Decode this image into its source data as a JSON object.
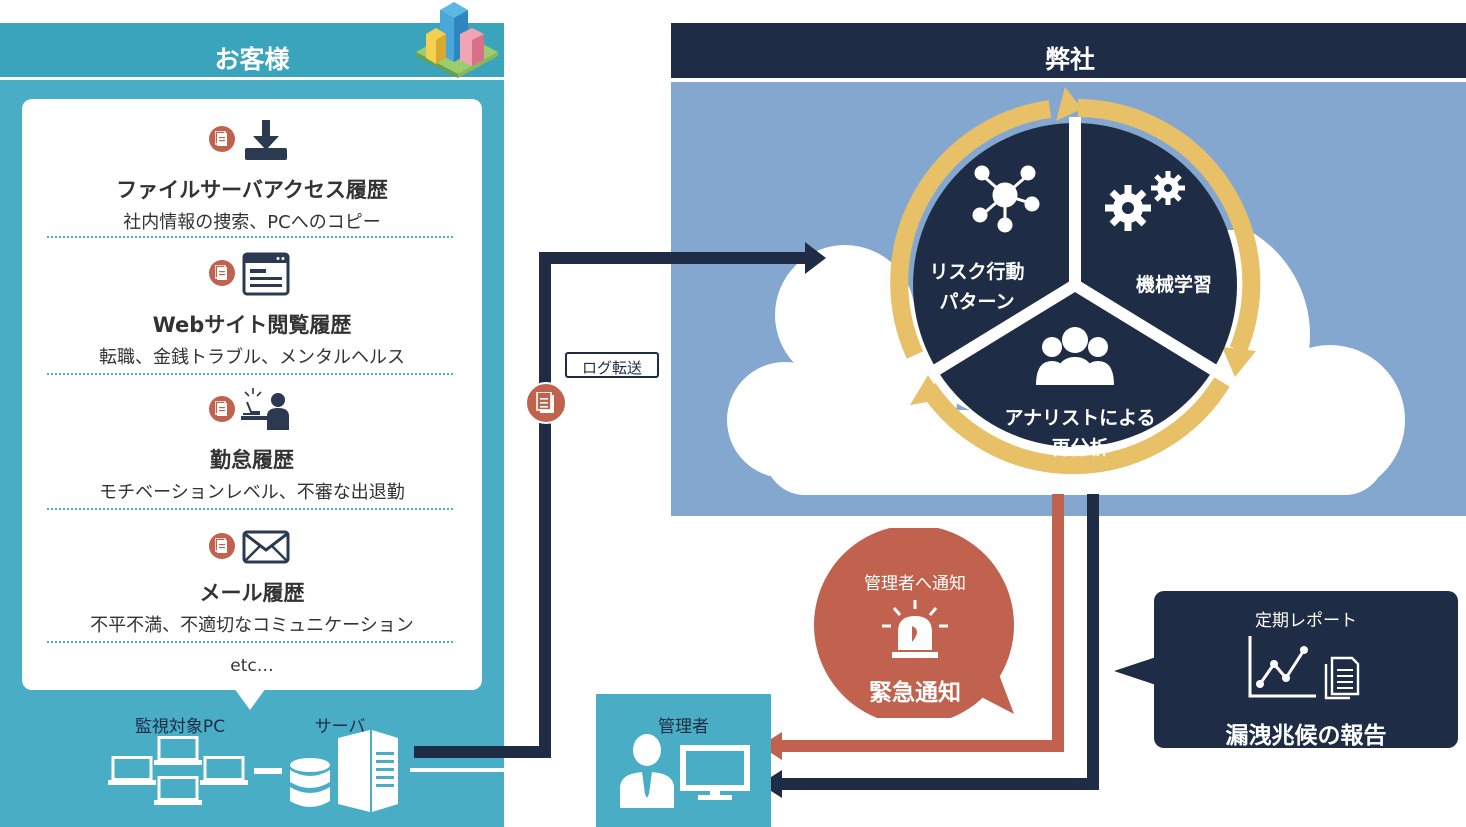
{
  "customer": {
    "title": "お客様",
    "logs": [
      {
        "title": "ファイルサーバアクセス履歴",
        "desc": "社内情報の捜索、PCへのコピー",
        "icon": "download-icon"
      },
      {
        "title": "Webサイト閲覧履歴",
        "desc": "転職、金銭トラブル、メンタルヘルス",
        "icon": "browser-icon"
      },
      {
        "title": "勤怠履歴",
        "desc": "モチベーションレベル、不審な出退勤",
        "icon": "worker-icon"
      },
      {
        "title": "メール履歴",
        "desc": "不平不満、不適切なコミュニケーション",
        "icon": "envelope-icon"
      }
    ],
    "etc": "etc…",
    "pc_label": "監視対象PC",
    "server_label": "サーバ"
  },
  "company": {
    "title": "弊社",
    "segments": {
      "risk": [
        "リスク行動",
        "パターン"
      ],
      "ml": "機械学習",
      "analyst": [
        "アナリストによる",
        "再分析"
      ]
    }
  },
  "transfer_label": "ログ転送",
  "admin_label": "管理者",
  "alert": {
    "small": "管理者へ通知",
    "big": "緊急通知"
  },
  "report": {
    "small": "定期レポート",
    "big": "漏洩兆候の報告"
  },
  "colors": {
    "teal": "#49adc6",
    "navy": "#1e2d45",
    "orange": "#c0624e",
    "gold": "#e8c068",
    "cloudbg": "#84a7cf"
  }
}
